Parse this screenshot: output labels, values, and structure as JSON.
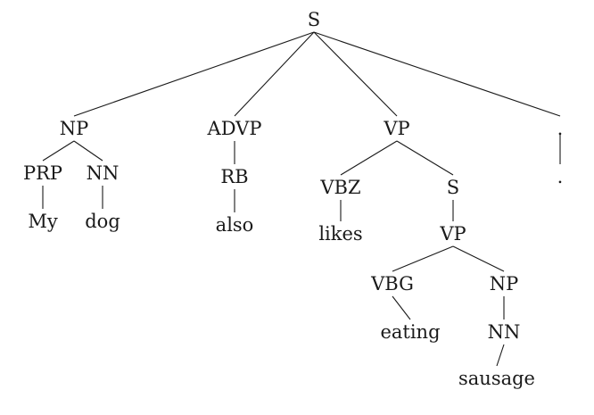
{
  "tree": {
    "nodes": [
      {
        "id": "S",
        "label": "S"
      },
      {
        "id": "NP1",
        "label": "NP"
      },
      {
        "id": "ADVP",
        "label": "ADVP"
      },
      {
        "id": "VP1",
        "label": "VP"
      },
      {
        "id": "PUNCT",
        "label": "."
      },
      {
        "id": "PRP",
        "label": "PRP"
      },
      {
        "id": "NN1",
        "label": "NN"
      },
      {
        "id": "RB",
        "label": "RB"
      },
      {
        "id": "VBZ",
        "label": "VBZ"
      },
      {
        "id": "S2",
        "label": "S"
      },
      {
        "id": "W_my",
        "label": "My"
      },
      {
        "id": "W_dog",
        "label": "dog"
      },
      {
        "id": "W_also",
        "label": "also"
      },
      {
        "id": "W_likes",
        "label": "likes"
      },
      {
        "id": "VP2",
        "label": "VP"
      },
      {
        "id": "VBG",
        "label": "VBG"
      },
      {
        "id": "NP2",
        "label": "NP"
      },
      {
        "id": "W_eating",
        "label": "eating"
      },
      {
        "id": "NN2",
        "label": "NN"
      },
      {
        "id": "W_sausage",
        "label": "sausage"
      },
      {
        "id": "W_period",
        "label": "."
      }
    ],
    "edges": [
      [
        "S",
        "NP1"
      ],
      [
        "S",
        "ADVP"
      ],
      [
        "S",
        "VP1"
      ],
      [
        "S",
        "PUNCT"
      ],
      [
        "NP1",
        "PRP"
      ],
      [
        "NP1",
        "NN1"
      ],
      [
        "PRP",
        "W_my"
      ],
      [
        "NN1",
        "W_dog"
      ],
      [
        "ADVP",
        "RB"
      ],
      [
        "RB",
        "W_also"
      ],
      [
        "VP1",
        "VBZ"
      ],
      [
        "VP1",
        "S2"
      ],
      [
        "VBZ",
        "W_likes"
      ],
      [
        "S2",
        "VP2"
      ],
      [
        "VP2",
        "VBG"
      ],
      [
        "VP2",
        "NP2"
      ],
      [
        "VBG",
        "W_eating"
      ],
      [
        "NP2",
        "NN2"
      ],
      [
        "NN2",
        "W_sausage"
      ],
      [
        "PUNCT",
        "W_period"
      ]
    ]
  }
}
